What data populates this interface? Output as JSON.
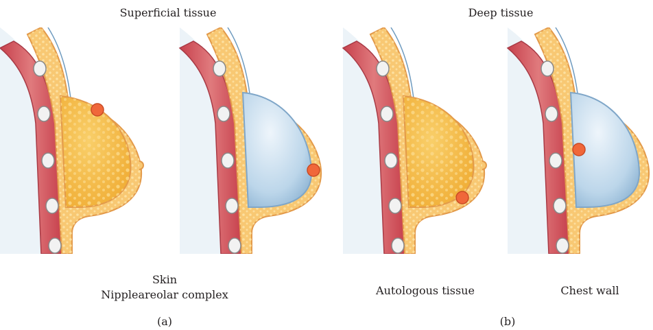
{
  "header": {
    "left": "Superficial tissue",
    "right": "Deep tissue"
  },
  "captions": {
    "skin": "Skin",
    "nac": "Nippleareolar complex",
    "autologous": "Autologous tissue",
    "chest_wall": "Chest wall"
  },
  "panels": {
    "a": "(a)",
    "b": "(b)"
  },
  "colors": {
    "muscle": "#d9636a",
    "muscle_dark": "#a83a45",
    "fat": "#f7c66a",
    "fat_outline": "#e39a4a",
    "gland": "#f4b63d",
    "implant": "#c8dff0",
    "implant_edge": "#7fa6c8",
    "tumor": "#f0673a",
    "rib": "#f2f2f2",
    "shadow": "#d5e6f2"
  },
  "icons": {
    "tumor": "tumor-nodule-icon",
    "rib": "rib-section-icon"
  }
}
